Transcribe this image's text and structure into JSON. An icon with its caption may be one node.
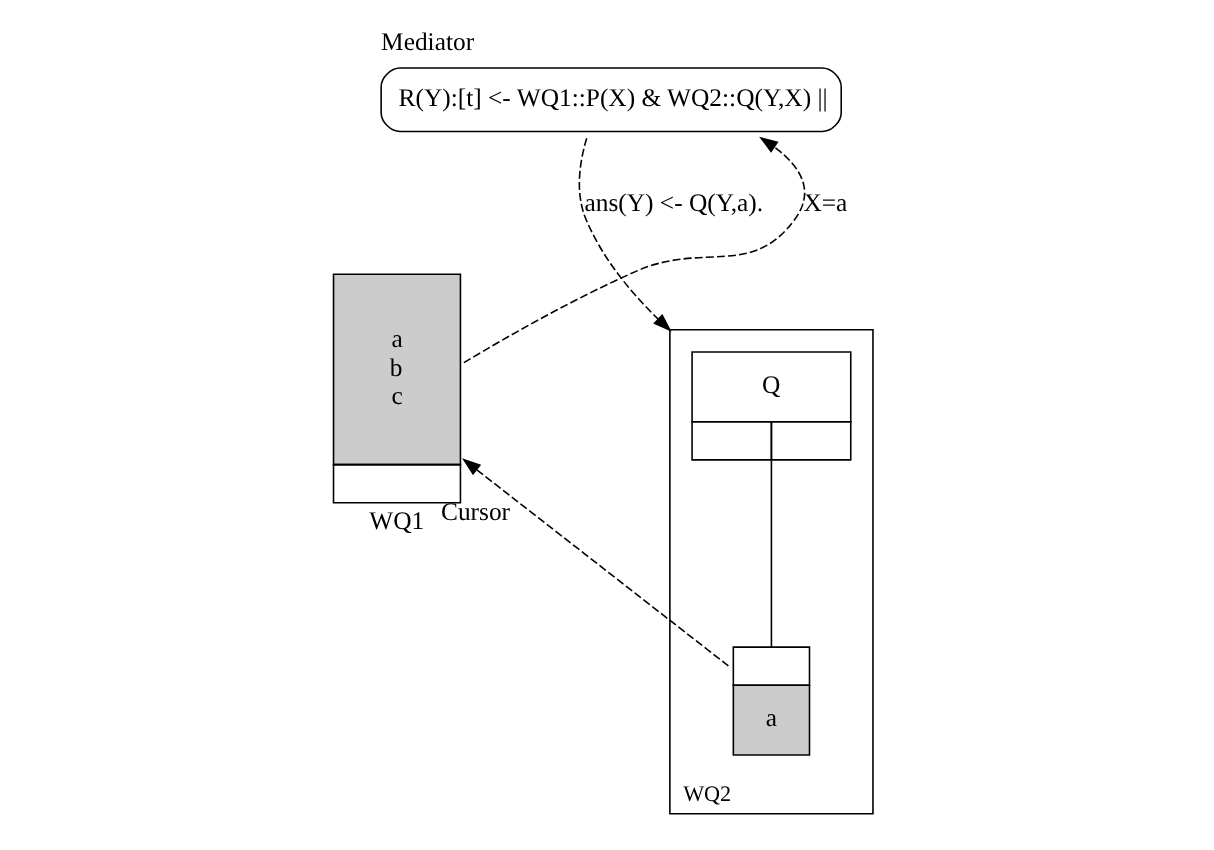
{
  "diagram": {
    "nodes": [
      {
        "text": [
          "Mediator",
          "R(Y):[t] <- WQ1::P(X) & WQ2::Q(Y,X) ||"
        ]
      },
      {
        "text": [
          "a",
          "b",
          "c"
        ],
        "beside": [
          "WQ1"
        ]
      },
      {
        "text": [],
        "shape": "box",
        "beside": [
          "WQ2"
        ]
      },
      {
        "text": [
          "Q"
        ],
        "in": 2
      },
      {
        "text": [
          "a"
        ],
        "in": 2
      }
    ],
    "edges": [
      {
        "from": 1,
        "to": 0,
        "arrow": "to",
        "style": "dashed",
        "label": "X=a"
      },
      {
        "from": 0,
        "to": 2,
        "arrow": "to",
        "style": "dashed",
        "label": "ans(Y) <- Q(Y,a)."
      },
      {
        "from": 4,
        "to": 1,
        "arrow": "to",
        "style": "dashed",
        "label": "Cursor"
      },
      {
        "from": 3,
        "to": 4,
        "arrow": "none"
      }
    ]
  }
}
